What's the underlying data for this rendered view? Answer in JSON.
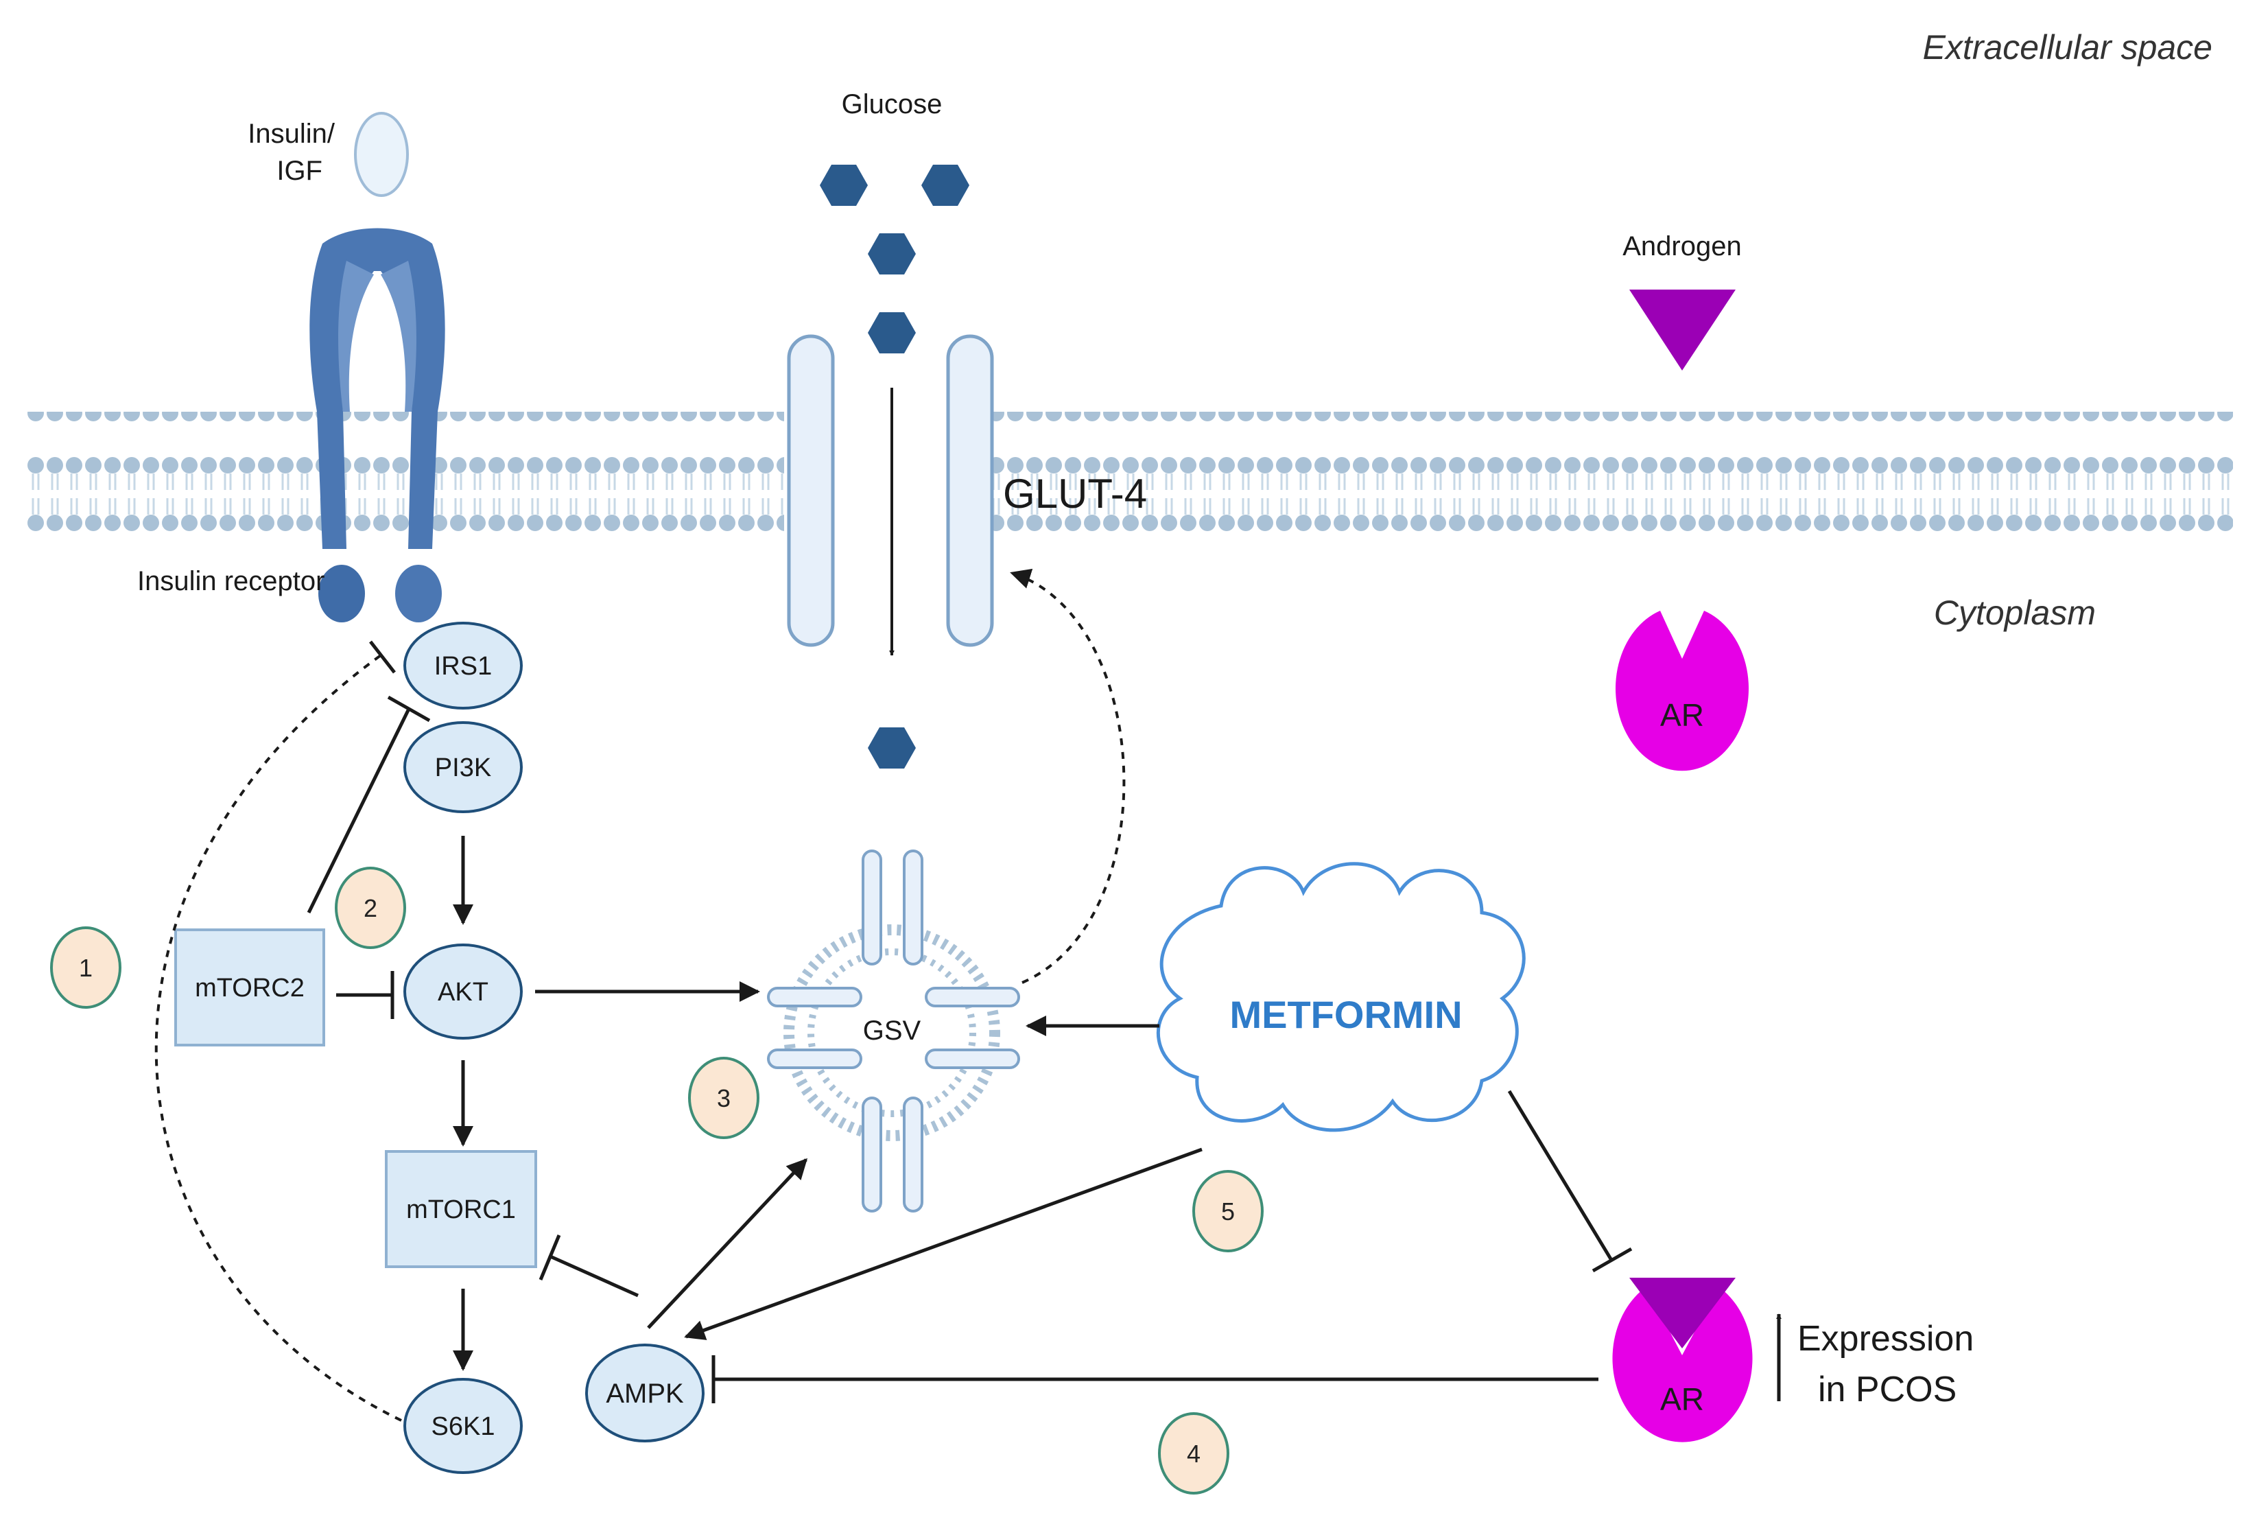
{
  "labels": {
    "extracellular": "Extracellular space",
    "cytoplasm": "Cytoplasm",
    "insulin_line1": "Insulin/",
    "insulin_line2": "IGF",
    "insulin_receptor": "Insulin receptor",
    "glucose": "Glucose",
    "glut4": "GLUT-4",
    "androgen": "Androgen",
    "expression_line1": "Expression",
    "expression_line2": "in PCOS"
  },
  "nodes": {
    "irs1": "IRS1",
    "pi3k": "PI3K",
    "akt": "AKT",
    "mtorc2": "mTORC2",
    "mtorc1": "mTORC1",
    "s6k1": "S6K1",
    "ampk": "AMPK",
    "gsv": "GSV",
    "metformin": "METFORMIN",
    "ar_top": "AR",
    "ar_bottom": "AR"
  },
  "badges": [
    "1",
    "2",
    "3",
    "4",
    "5"
  ],
  "colors": {
    "node_fill": "#daeaf7",
    "node_stroke": "#1f4f7a",
    "glucose": "#2a5a8c",
    "receptor": "#4b77b3",
    "membrane": "#a9c1d6",
    "androgen": "#9b00b5",
    "ar": "#e600e6",
    "badge_fill": "#fbe7d3",
    "badge_stroke": "#3e8e77",
    "metformin": "#2f7cc9"
  }
}
